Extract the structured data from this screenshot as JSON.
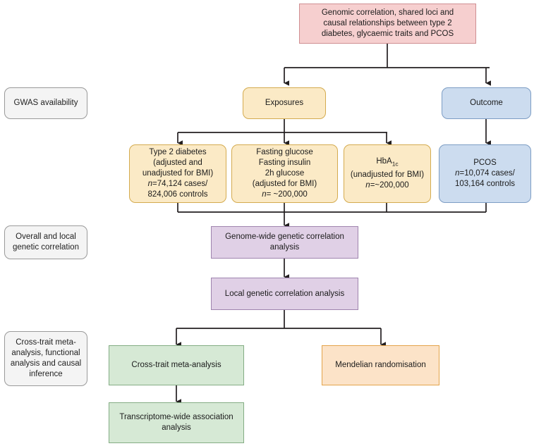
{
  "diagram": {
    "title_box": {
      "id": "study-title",
      "lines": [
        "Genomic correlation, shared loci and",
        "causal relationships between type 2",
        "diabetes, glycaemic traits and PCOS"
      ],
      "color": "#f6cfcf"
    },
    "stage_labels": [
      {
        "id": "stage-gwas",
        "lines": [
          "GWAS availability"
        ]
      },
      {
        "id": "stage-correlation",
        "lines": [
          "Overall and local",
          "genetic correlation"
        ]
      },
      {
        "id": "stage-causal",
        "lines": [
          "Cross-trait meta-",
          "analysis, functional",
          "analysis and causal",
          "inference"
        ]
      }
    ],
    "groups": [
      {
        "id": "exposures",
        "label": "Exposures",
        "color": "#fbeac6"
      },
      {
        "id": "outcome",
        "label": "Outcome",
        "color": "#ccdcef"
      }
    ],
    "exposure_nodes": [
      {
        "id": "type-2-diabetes",
        "lines": [
          "Type 2 diabetes",
          "(adjusted and",
          "unadjusted for BMI)"
        ],
        "stats": [
          "n=74,124 cases/",
          "824,006 controls"
        ],
        "color": "#fbeac6"
      },
      {
        "id": "fasting-glucose-insulin",
        "lines": [
          "Fasting glucose",
          "Fasting insulin",
          "2h glucose",
          "(adjusted for BMI)"
        ],
        "stats": [
          "n= ~200,000"
        ],
        "color": "#fbeac6"
      },
      {
        "id": "hba1c",
        "lines": [
          "HbA1c",
          "(unadjusted for BMI)"
        ],
        "stats": [
          "n=~200,000"
        ],
        "color": "#fbeac6"
      }
    ],
    "outcome_node": {
      "id": "pcos",
      "lines": [
        "PCOS"
      ],
      "stats": [
        "n=10,074 cases/",
        "103,164 controls"
      ],
      "color": "#ccdcef"
    },
    "analysis_nodes": [
      {
        "id": "genome-wide-genetic-correlation",
        "lines": [
          "Genome-wide genetic correlation",
          "analysis"
        ],
        "color": "#e0d0e6"
      },
      {
        "id": "local-genetic-correlation",
        "lines": [
          "Local genetic correlation analysis"
        ],
        "color": "#e0d0e6"
      },
      {
        "id": "cross-trait-meta-analysis",
        "lines": [
          "Cross-trait meta-analysis"
        ],
        "color": "#d6e9d5"
      },
      {
        "id": "transcriptome-wide-association",
        "lines": [
          "Transcriptome-wide association",
          "analysis"
        ],
        "color": "#d6e9d5"
      },
      {
        "id": "mendelian-randomisation",
        "lines": [
          "Mendelian randomisation"
        ],
        "color": "#fce3c8"
      }
    ]
  },
  "text": {
    "title_l1": "Genomic correlation, shared loci and",
    "title_l2": "causal relationships between type 2",
    "title_l3": "diabetes, glycaemic traits and PCOS",
    "stage_gwas": "GWAS availability",
    "stage_corr_l1": "Overall and local",
    "stage_corr_l2": "genetic correlation",
    "stage_causal_l1": "Cross-trait meta-",
    "stage_causal_l2": "analysis, functional",
    "stage_causal_l3": "analysis and causal",
    "stage_causal_l4": "inference",
    "exposures": "Exposures",
    "outcome": "Outcome",
    "t2d_l1": "Type 2 diabetes",
    "t2d_l2": "(adjusted and",
    "t2d_l3": "unadjusted for BMI)",
    "t2d_n1_prefix": "n",
    "t2d_n1_rest": "=74,124 cases/",
    "t2d_n2": "824,006 controls",
    "fg_l1": "Fasting glucose",
    "fg_l2": "Fasting insulin",
    "fg_l3": "2h glucose",
    "fg_l4": "(adjusted for BMI)",
    "fg_n1_prefix": "n",
    "fg_n1_rest": "= ~200,000",
    "hba1c_name": "HbA",
    "hba1c_sub": "1c",
    "hba1c_l2": "(unadjusted for BMI)",
    "hba1c_n1_prefix": "n",
    "hba1c_n1_rest": "=~200,000",
    "pcos_l1": "PCOS",
    "pcos_n1_prefix": "n",
    "pcos_n1_rest": "=10,074 cases/",
    "pcos_n2": "103,164 controls",
    "gw_corr_l1": "Genome-wide genetic correlation",
    "gw_corr_l2": "analysis",
    "local_corr": "Local genetic correlation analysis",
    "cross_trait": "Cross-trait meta-analysis",
    "twas_l1": "Transcriptome-wide association",
    "twas_l2": "analysis",
    "mr": "Mendelian randomisation"
  },
  "colors": {
    "pink": "#f6cfcf",
    "yellow": "#fbeac6",
    "blue": "#ccdcef",
    "purple": "#e0d0e6",
    "green": "#d6e9d5",
    "orange": "#fce3c8",
    "edge": "#231f20",
    "stage_bg": "#f4f4f4"
  }
}
